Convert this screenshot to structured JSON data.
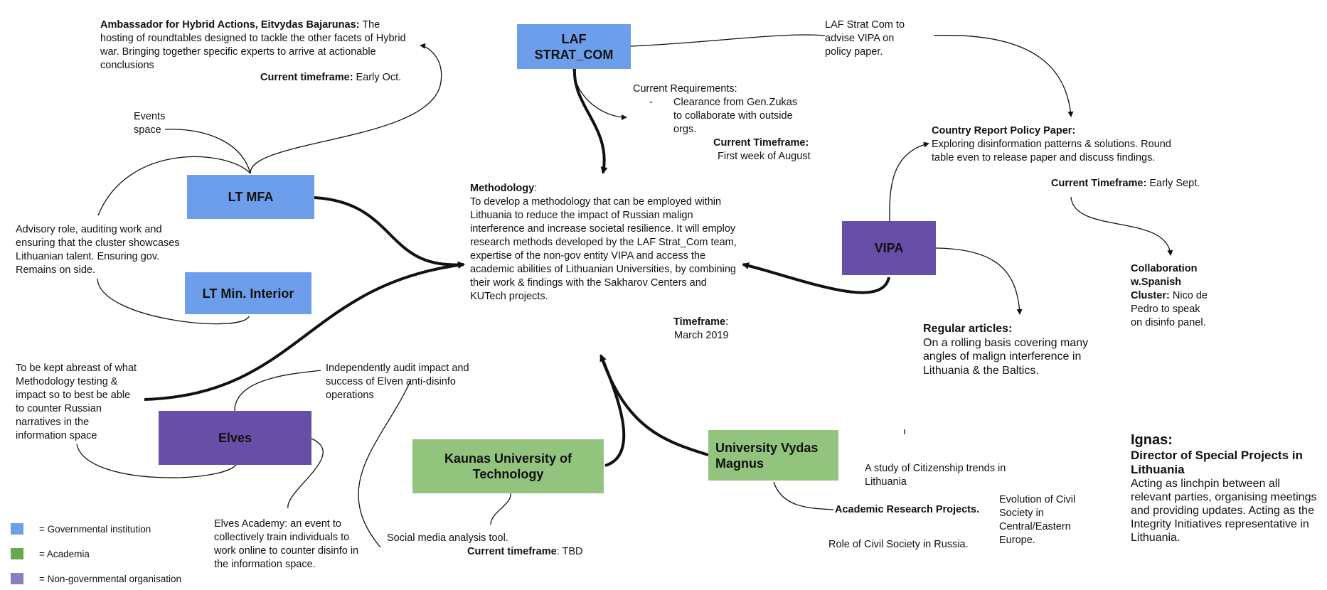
{
  "nodes": {
    "laf": "LAF\nSTRAT_COM",
    "mfa": "LT MFA",
    "interior": "LT Min. Interior",
    "vipa": "VIPA",
    "elves": "Elves",
    "ktu": "Kaunas University of Technology",
    "vdu": "University Vydas Magnus"
  },
  "ambassador": {
    "title": "Ambassador for Hybrid Actions, Eitvydas Bajarunas:",
    "body": " The hosting of roundtables designed to tackle the other facets of Hybrid war. Bringing together specific experts to arrive at actionable conclusions",
    "tf_label": "Current timeframe:",
    "tf_value": " Early Oct."
  },
  "events_space": "Events\nspace",
  "advisory": "Advisory role, auditing work and ensuring that the cluster showcases Lithuanian talent. Ensuring gov. Remains on side.",
  "abreast": "To be kept abreast of what Methodology testing & impact so to best be able to counter Russian narratives in the information space",
  "audit": "Independently audit impact and success of Elven anti-disinfo operations",
  "academy": "Elves Academy: an event to collectively train individuals to work online to counter disinfo in the information space.",
  "social": {
    "line": "Social media analysis tool.",
    "tf_label": "Current timeframe",
    "tf_value": ": TBD"
  },
  "laf_vipa": "LAF Strat Com to advise VIPA on policy paper.",
  "requirements": {
    "title": "Current Requirements:",
    "dash": "-",
    "item": "Clearance from Gen.Zukas to collaborate with outside orgs.",
    "tf_label": "Current Timeframe:",
    "tf_value": "First week of August"
  },
  "methodology": {
    "title": "Methodology",
    "colon": ":",
    "body": "To develop a methodology that can be employed within Lithuania to reduce the impact of Russian malign interference and increase societal resilience. It will employ research methods developed by the LAF Strat_Com team, expertise of the non-gov entity VIPA and access the academic abilities of Lithuanian Universities, by combining their work & findings with the Sakharov Centers and KUTech projects.",
    "tf_label": "Timeframe",
    "tf_colon": ":",
    "tf_value": "March 2019"
  },
  "country_report": {
    "title": "Country Report Policy Paper:",
    "body": "Exploring disinformation patterns & solutions. Round table even to release paper and discuss findings.",
    "tf_label": "Current Timeframe:",
    "tf_value": " Early Sept."
  },
  "regular": {
    "title": "Regular articles:",
    "body": "On a rolling basis covering many angles of malign interference in Lithuania & the Baltics."
  },
  "collab": {
    "title": "Collaboration w.Spanish Cluster:",
    "body": " Nico de Pedro to speak on disinfo panel."
  },
  "academic": {
    "title": "Academic Research Projects.",
    "study": "A study of Citizenship trends in Lithuania",
    "evolution": "Evolution of Civil Society in Central/Eastern Europe.",
    "role": "Role of Civil Society in Russia."
  },
  "ignas": {
    "name": "Ignas:",
    "role": "Director of Special Projects in Lithuania",
    "body": "Acting as linchpin between all relevant parties, organising meetings and providing updates. Acting as the Integrity Initiatives representative in Lithuania."
  },
  "legend": [
    {
      "label": "= Governmental institution",
      "color": "#6d9eeb"
    },
    {
      "label": "= Academia",
      "color": "#93c47d"
    },
    {
      "label": "= Non-governmental organisation",
      "color": "#8e7cc3"
    }
  ],
  "colors": {
    "gov": "#6d9eeb",
    "academia": "#93c47d",
    "ngo": "#674ea7"
  }
}
